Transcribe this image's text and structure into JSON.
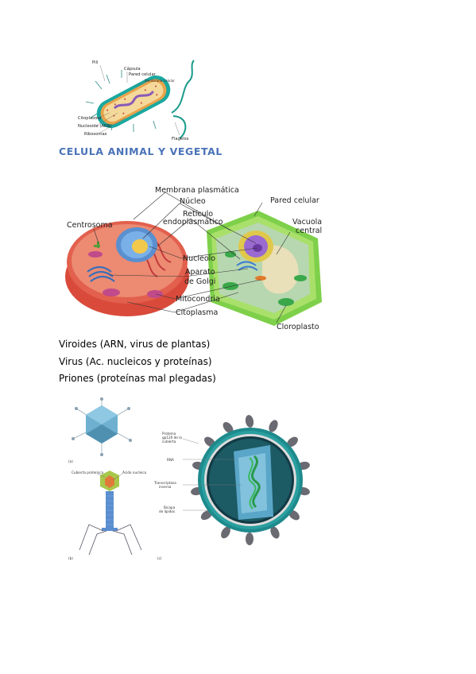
{
  "bacteria": {
    "labels": {
      "pili": "Pili",
      "capsula": "Cápsula",
      "pared": "Pared celular",
      "membrana": "Membrana celular",
      "citoplasma": "Citoplasma",
      "nucleoide": "Nucleoide (ARN)",
      "ribosomas": "Ribosomas",
      "flagelos": "Flagelos"
    }
  },
  "heading": "CELULA ANIMAL Y VEGETAL",
  "cell": {
    "labels": {
      "membrana": "Membrana plasmática",
      "nucleo": "Núcleo",
      "pared": "Pared celular",
      "reticulo1": "Retículo",
      "reticulo2": "endoplasmático",
      "centrosoma": "Centrosoma",
      "vacuola1": "Vacuola",
      "vacuola2": "central",
      "nucleolo": "Nucleolo",
      "golgi1": "Aparato",
      "golgi2": "de Golgi",
      "mitocondria": "Mitocondria",
      "citoplasma": "Citoplasma",
      "cloroplasto": "Cloroplasto"
    }
  },
  "lines": [
    "Viroides (ARN, virus de plantas)",
    "Virus (Ac. nucleicos y proteínas)",
    "Priones (proteínas mal plegadas)"
  ],
  "virus": {
    "labels": {
      "cubierta": "Cubierta proteínica",
      "acido": "Ácido nucleico",
      "proteina1": "Proteína",
      "proteina2": "gp120 de la",
      "proteina3": "cubierta",
      "arn": "RNA",
      "trans1": "Transcriptasa",
      "trans2": "inversa",
      "bicapa1": "Bicapa",
      "bicapa2": "de lípidos",
      "fig_a": "(a)",
      "fig_b": "(b)",
      "fig_c": "(c)"
    }
  }
}
